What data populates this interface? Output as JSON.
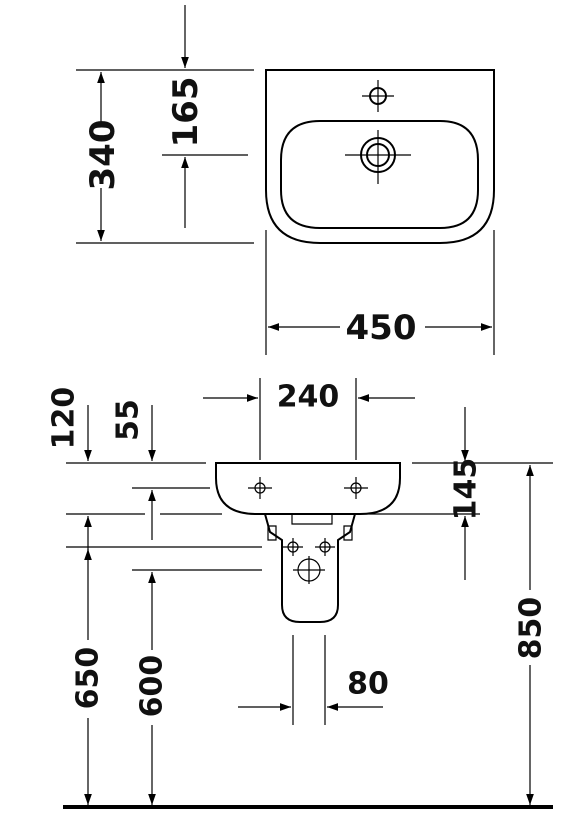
{
  "dimensions": {
    "top_view": {
      "depth_total": "340",
      "tap_hole_distance": "165",
      "width": "450"
    },
    "side_view": {
      "fixing_spacing": "240",
      "top_offset": "120",
      "fixing_offset": "55",
      "bowl_height": "145",
      "siphon_spacing": "80",
      "waste_height": "650",
      "fixing_height": "600",
      "rim_height": "850"
    }
  },
  "colors": {
    "line": "#000000",
    "background": "#ffffff"
  }
}
